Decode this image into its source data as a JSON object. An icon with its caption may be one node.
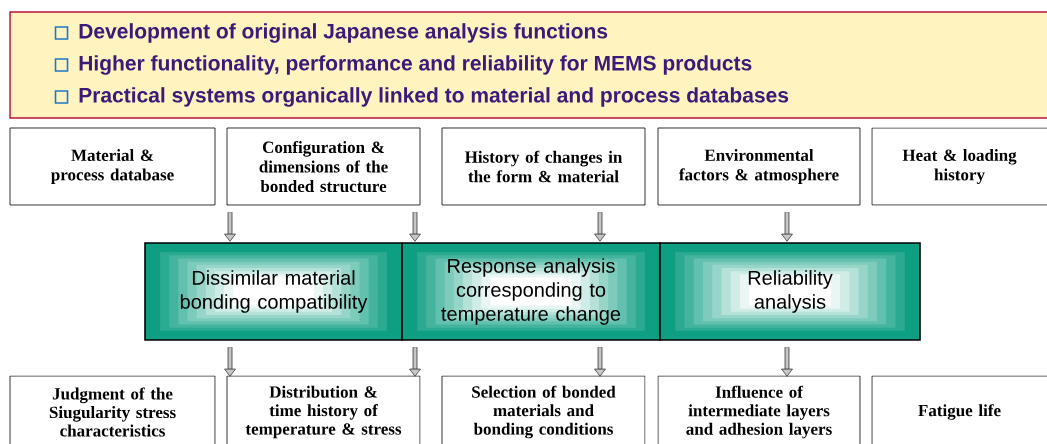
{
  "diagram": {
    "nodes": [
      {
        "text": [
          "Development of original Japanese analysis functions",
          "Higher functionality, performance and reliability for MEMS products",
          "Practical systems organically linked to material and process databases"
        ]
      },
      {
        "text": [
          "Material & process database"
        ]
      },
      {
        "text": [
          "Configuration & dimensions of the bonded structure"
        ]
      },
      {
        "text": [
          "History of changes in the form & material"
        ]
      },
      {
        "text": [
          "Environmental factors & atmosphere"
        ]
      },
      {
        "text": [
          "Heat & loading history"
        ]
      },
      {
        "text": [
          "Dissimilar material bonding compatibility"
        ]
      },
      {
        "text": [
          "Response analysis corresponding to temperature change"
        ]
      },
      {
        "text": [
          "Reliability analysis"
        ]
      },
      {
        "text": [
          "Judgment of the Siugularity stress characteristics"
        ]
      },
      {
        "text": [
          "Distribution & time history of temperature & stress"
        ]
      },
      {
        "text": [
          "Selection of bonded materials and bonding conditions"
        ]
      },
      {
        "text": [
          "Influence of intermediate layers and adhesion layers"
        ]
      },
      {
        "text": [
          "Fatigue life"
        ]
      }
    ],
    "edges": [
      {
        "from": 2,
        "to": 6,
        "arrow": "to"
      },
      {
        "from": 2,
        "to": 7,
        "arrow": "to"
      },
      {
        "from": 3,
        "to": 7,
        "arrow": "to"
      },
      {
        "from": 4,
        "to": 8,
        "arrow": "to"
      },
      {
        "from": 6,
        "to": 10,
        "arrow": "to"
      },
      {
        "from": 7,
        "to": 10,
        "arrow": "to"
      },
      {
        "from": 7,
        "to": 11,
        "arrow": "to"
      },
      {
        "from": 8,
        "to": 12,
        "arrow": "to"
      }
    ]
  }
}
